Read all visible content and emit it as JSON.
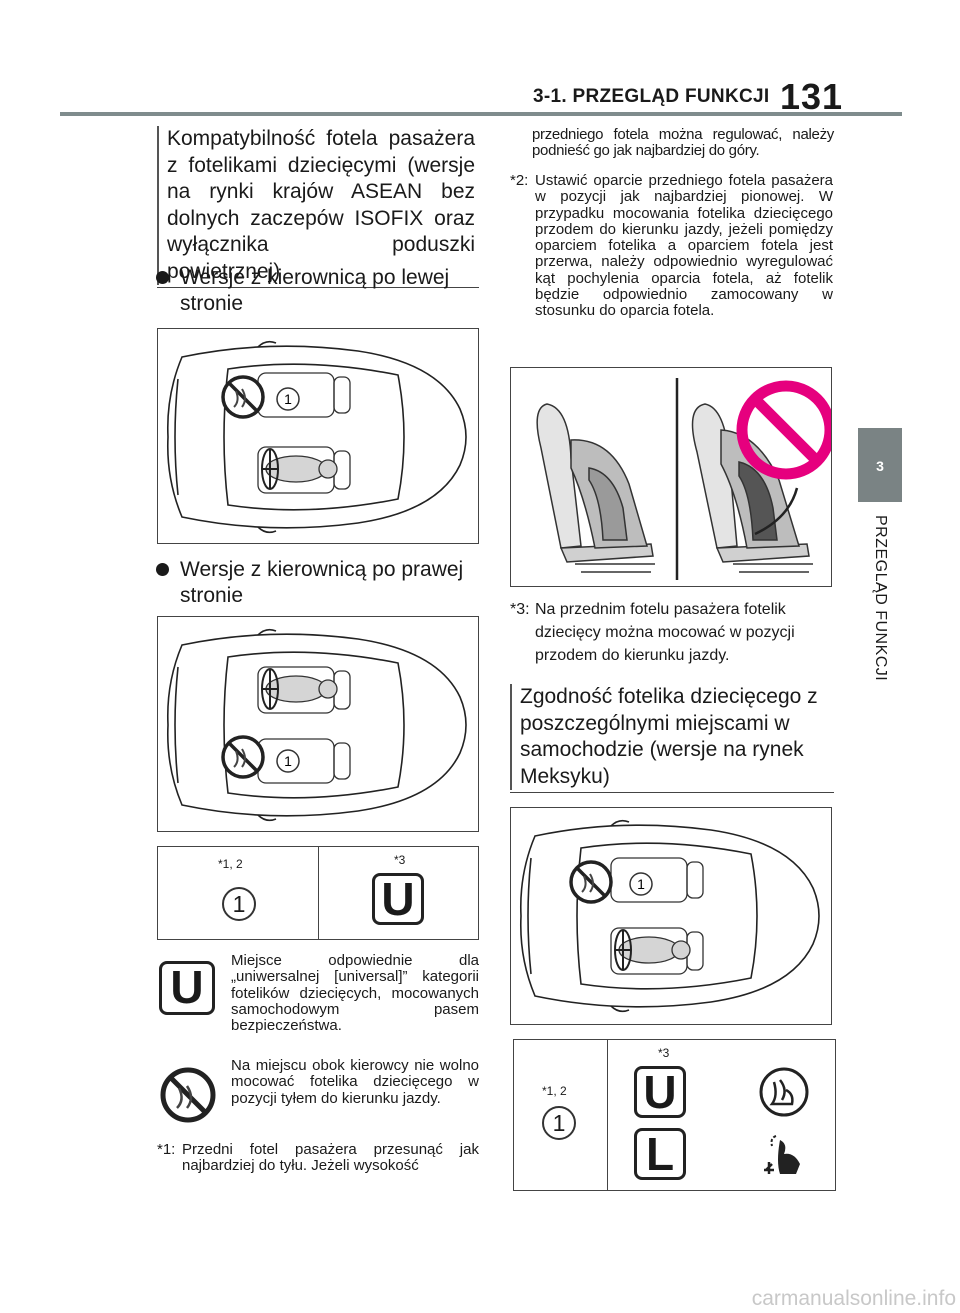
{
  "header": {
    "section": "3-1. PRZEGLĄD FUNKCJI",
    "page_number": "131"
  },
  "side_tab": {
    "number": "3",
    "label": "PRZEGLĄD FUNKCJI"
  },
  "left": {
    "title": "Kompatybilność fotela pasażera z fotelikami dziecięcymi (wersje na rynki krajów ASEAN bez dolnych zaczepów ISOFIX oraz wyłącznika poduszki powietrznej)",
    "bullet1": "Wersje z kierownicą po lewej stronie",
    "bullet2": "Wersje z kierownicą po prawej stronie",
    "table": {
      "col1_note": "*1, 2",
      "col1_value": "1",
      "col2_note": "*3",
      "col2_badge": "U"
    },
    "legend": {
      "u_badge": "U",
      "u_text": "Miejsce odpowiednie dla „uniwersalnej [universal]” kategorii fotelików dziecięcych, mocowanych samochodowym pasem bezpieczeństwa.",
      "no_rear_text": "Na miejscu obok kierowcy nie wolno mocować fotelika dziecięcego w pozycji tyłem do kierunku jazdy."
    },
    "note1_mark": "*1:",
    "note1": "Przedni fotel pasażera przesunąć jak najbardziej do tyłu. Jeżeli wysokość"
  },
  "right": {
    "continued": "przedniego fotela można regulować, należy podnieść go jak najbardziej do góry.",
    "note2_mark": "*2:",
    "note2": "Ustawić oparcie przedniego fotela pasażera w pozycji jak najbardziej pionowej. W przypadku mocowania fotelika dziecięcego przodem do kierunku jazdy, jeżeli pomiędzy oparciem fotelika a oparciem fotela jest przerwa, należy odpowiednio wyregulować kąt pochylenia oparcia fotela, aż fotelik będzie odpowiednio zamocowany w stosunku do oparcia fotela.",
    "note3_mark": "*3:",
    "note3": "Na przednim fotelu pasażera fotelik dziecięcy można mocować w pozycji przodem do kierunku jazdy.",
    "title2": "Zgodność fotelika dziecięcego z poszczególnymi miejscami w samochodzie (wersje na rynek Meksyku)",
    "table": {
      "col1_note": "*1, 2",
      "col1_value": "1",
      "col2_note": "*3",
      "badge_u": "U",
      "badge_l": "L"
    }
  },
  "seat_label": "1",
  "colors": {
    "header_rule": "#7f8c8d",
    "side_tab": "#7a8384",
    "prohibition": "#e6007e"
  },
  "footer": "carmanualsonline.info"
}
